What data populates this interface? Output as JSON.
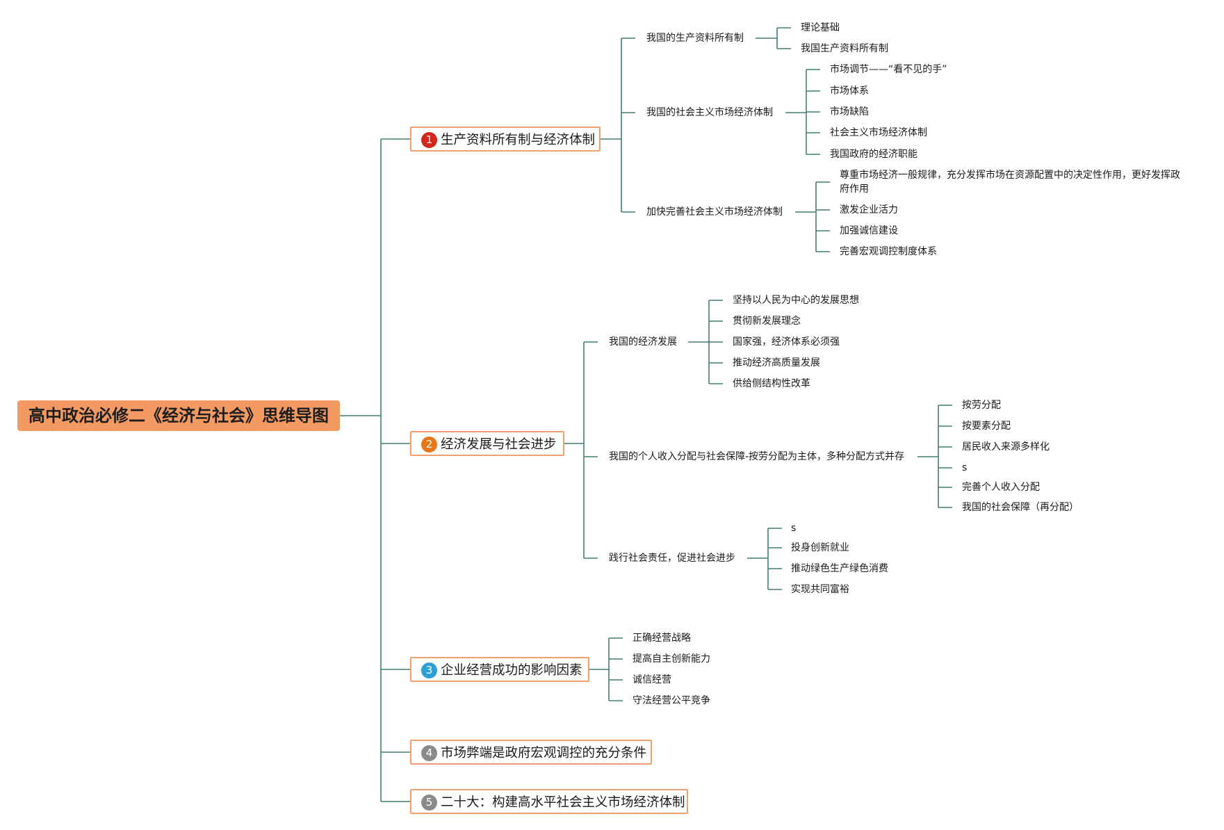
{
  "root": {
    "title": "高中政治必修二《经济与社会》思维导图"
  },
  "colors": {
    "root_fill": "#f39a62",
    "topic_border": "#f0a070",
    "line": "#3f7d72",
    "badge1": "#d6261c",
    "badge2": "#e8761a",
    "badge3": "#2a9fd8",
    "badge4": "#8a8a8a",
    "badge5": "#8a8a8a"
  },
  "topics": [
    {
      "num": "1",
      "label": "生产资料所有制与经济体制",
      "subs": [
        {
          "label": "我国的生产资料所有制",
          "leaves": [
            "理论基础",
            "我国生产资料所有制"
          ]
        },
        {
          "label": "我国的社会主义市场经济体制",
          "leaves": [
            "市场调节——“看不见的手”",
            "市场体系",
            "市场缺陷",
            "社会主义市场经济体制",
            "我国政府的经济职能"
          ]
        },
        {
          "label": "加快完善社会主义市场经济体制",
          "leaves": [
            "尊重市场经济一般规律，充分发挥市场在资源配置中的决定性作用，更好发挥政府作用",
            "激发企业活力",
            "加强诚信建设",
            "完善宏观调控制度体系"
          ]
        }
      ]
    },
    {
      "num": "2",
      "label": "经济发展与社会进步",
      "subs": [
        {
          "label": "我国的经济发展",
          "leaves": [
            "坚持以人民为中心的发展思想",
            "贯彻新发展理念",
            "国家强，经济体系必须强",
            "推动经济高质量发展",
            "供给侧结构性改革"
          ]
        },
        {
          "label": "我国的个人收入分配与社会保障-按劳分配为主体，多种分配方式并存",
          "leaves": [
            "按劳分配",
            "按要素分配",
            "居民收入来源多样化",
            "s",
            "完善个人收入分配",
            "我国的社会保障（再分配）"
          ]
        },
        {
          "label": "践行社会责任，促进社会进步",
          "leaves": [
            "s",
            "投身创新就业",
            "推动绿色生产绿色消费",
            "实现共同富裕"
          ]
        }
      ]
    },
    {
      "num": "3",
      "label": "企业经营成功的影响因素",
      "leaves": [
        "正确经营战略",
        "提高自主创新能力",
        "诚信经营",
        "守法经营公平竞争"
      ]
    },
    {
      "num": "4",
      "label": "市场弊端是政府宏观调控的充分条件"
    },
    {
      "num": "5",
      "label": "二十大：构建高水平社会主义市场经济体制"
    }
  ]
}
